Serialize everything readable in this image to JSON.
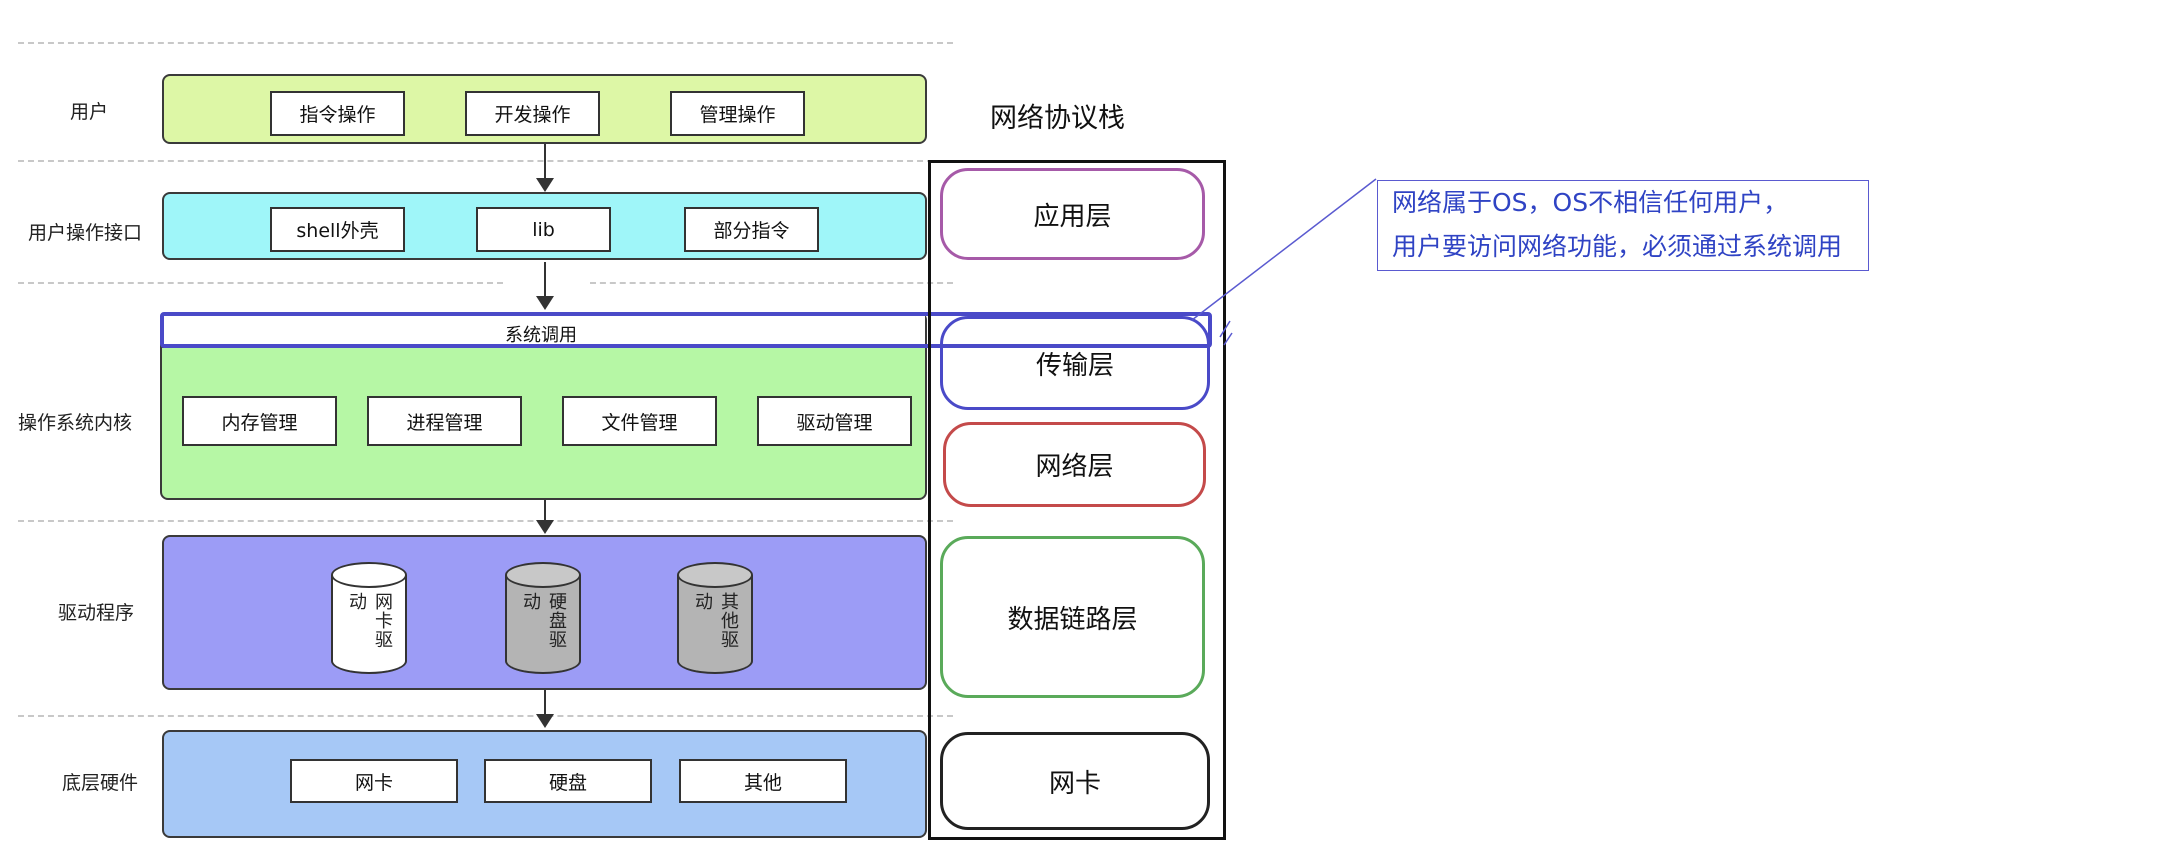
{
  "rows": {
    "user": "用户",
    "user_interface": "用户操作接口",
    "kernel": "操作系统内核",
    "driver": "驱动程序",
    "hardware": "底层硬件"
  },
  "user_ops": [
    "指令操作",
    "开发操作",
    "管理操作"
  ],
  "interface_items": [
    "shell外壳",
    "lib",
    "部分指令"
  ],
  "syscall": "系统调用",
  "kernel_items": [
    "内存管理",
    "进程管理",
    "文件管理",
    "驱动管理"
  ],
  "drivers": [
    "网卡驱动",
    "硬盘驱动",
    "其他驱动"
  ],
  "hardware_items": [
    "网卡",
    "硬盘",
    "其他"
  ],
  "stack": {
    "title": "网络协议栈",
    "layers": [
      "应用层",
      "传输层",
      "网络层",
      "数据链路层",
      "网卡"
    ]
  },
  "note": {
    "line1": "网络属于OS，OS不相信任何用户，",
    "line2": "用户要访问网络功能，必须通过系统调用"
  },
  "colors": {
    "user_band": "#ddf7a6",
    "interface_band": "#9ff6f9",
    "kernel_band": "#b6f7a5",
    "driver_band": "#9c9cf6",
    "hardware_band": "#a6c8f6",
    "syscall_highlight": "#4a4ac8",
    "application_layer": "#a65aa8",
    "transport_layer": "#4a4ac8",
    "network_layer": "#c44a4a",
    "datalink_layer": "#5aaa5a",
    "nic_layer": "#222222",
    "note_text": "#2f43c4"
  }
}
